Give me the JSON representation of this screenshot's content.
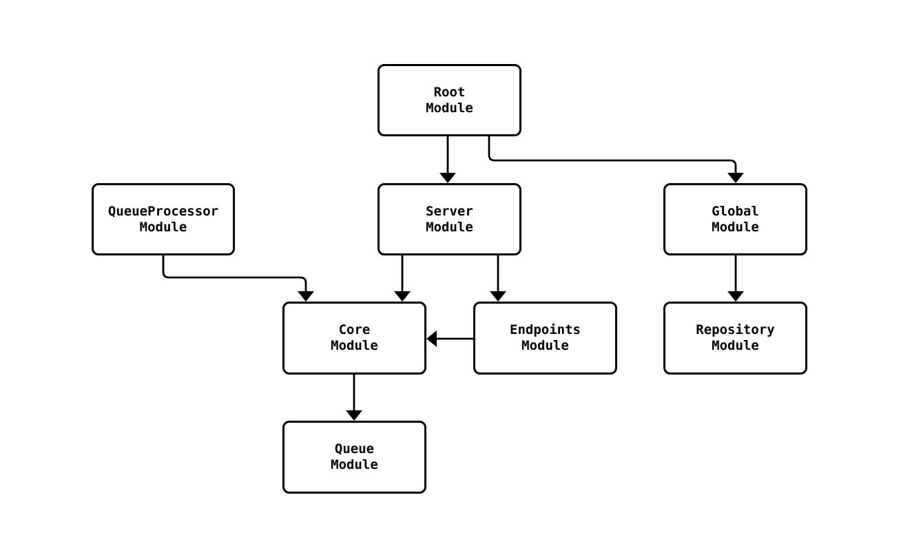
{
  "diagram": {
    "title": "module-dependency-flowchart",
    "background_color": "#ffffff",
    "line_color": "#000000",
    "text_color": "#000000",
    "nodes": {
      "root": {
        "line1": "Root",
        "line2": "Module"
      },
      "server": {
        "line1": "Server",
        "line2": "Module"
      },
      "global": {
        "line1": "Global",
        "line2": "Module"
      },
      "queueprocessor": {
        "line1": "QueueProcessor",
        "line2": "Module"
      },
      "core": {
        "line1": "Core",
        "line2": "Module"
      },
      "endpoints": {
        "line1": "Endpoints",
        "line2": "Module"
      },
      "repository": {
        "line1": "Repository",
        "line2": "Module"
      },
      "queue": {
        "line1": "Queue",
        "line2": "Module"
      }
    },
    "edges": [
      {
        "from": "Root Module",
        "to": "Server Module"
      },
      {
        "from": "Root Module",
        "to": "Global Module"
      },
      {
        "from": "QueueProcessor Module",
        "to": "Core Module"
      },
      {
        "from": "Server Module",
        "to": "Core Module"
      },
      {
        "from": "Server Module",
        "to": "Endpoints Module"
      },
      {
        "from": "Endpoints Module",
        "to": "Core Module"
      },
      {
        "from": "Global Module",
        "to": "Repository Module"
      },
      {
        "from": "Core Module",
        "to": "Queue Module"
      }
    ]
  }
}
